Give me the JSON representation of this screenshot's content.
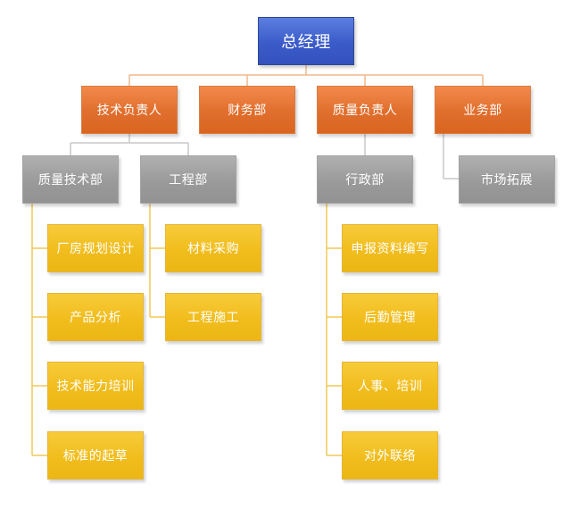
{
  "colors": {
    "root": "#3a5bc9",
    "level1": "#e06e2d",
    "level2": "#9a9a9a",
    "level3": "#f1bd1d",
    "connector": "#f0b98c",
    "connector_gray": "#c8c8c8"
  },
  "root": {
    "label": "总经理"
  },
  "level1": [
    {
      "label": "技术负责人"
    },
    {
      "label": "财务部"
    },
    {
      "label": "质量负责人"
    },
    {
      "label": "业务部"
    }
  ],
  "level2": [
    {
      "label": "质量技术部"
    },
    {
      "label": "工程部"
    },
    {
      "label": "行政部"
    },
    {
      "label": "市场拓展"
    }
  ],
  "level3": {
    "quality_tech": [
      {
        "label": "厂房规划设计"
      },
      {
        "label": "产品分析"
      },
      {
        "label": "技术能力培训"
      },
      {
        "label": "标准的起草"
      }
    ],
    "engineering": [
      {
        "label": "材料采购"
      },
      {
        "label": "工程施工"
      }
    ],
    "admin": [
      {
        "label": "申报资料编写"
      },
      {
        "label": "后勤管理"
      },
      {
        "label": "人事、培训"
      },
      {
        "label": "对外联络"
      }
    ]
  }
}
